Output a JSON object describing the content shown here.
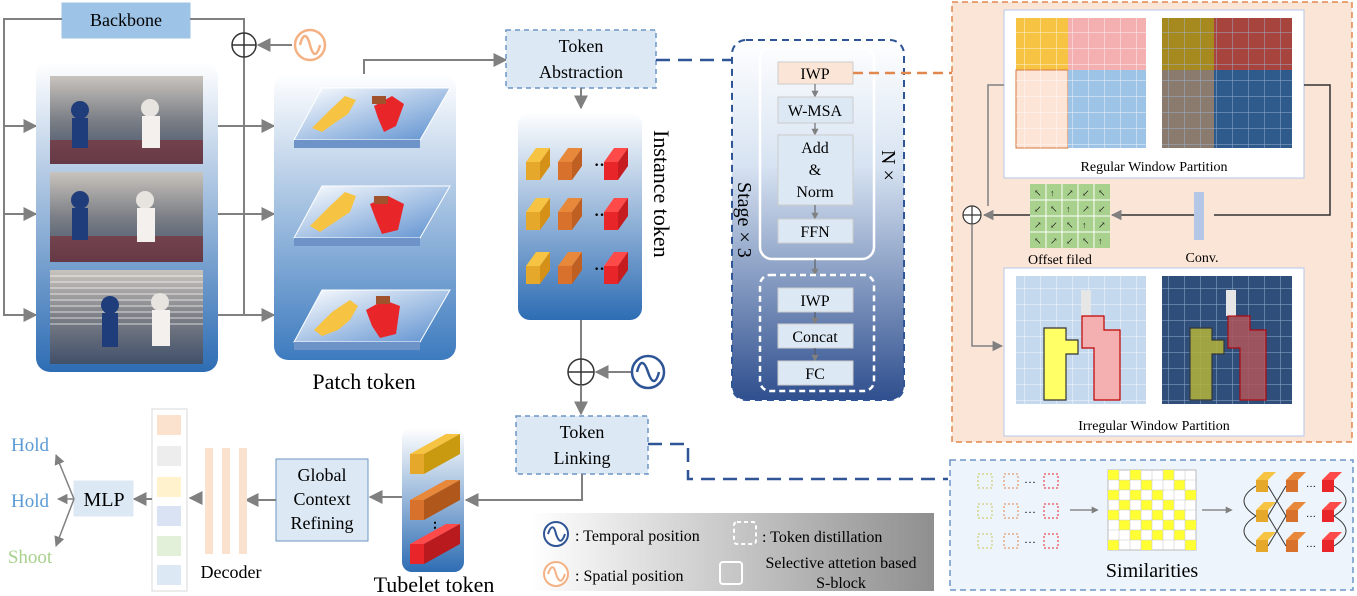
{
  "labels": {
    "backbone": "Backbone",
    "token_abstraction": [
      "Token",
      "Abstraction"
    ],
    "instance_token": "Instance token",
    "patch_token": "Patch token",
    "token_linking": [
      "Token",
      "Linking"
    ],
    "tubelet_token": "Tubelet token",
    "global_context": [
      "Global",
      "Context",
      "Refining"
    ],
    "decoder": "Decoder",
    "mlp": "MLP",
    "outputs": [
      "Hold",
      "Hold",
      "Shoot"
    ],
    "stage": "Stage × 3",
    "n_times": "N ×",
    "block": {
      "iwp": "IWP",
      "wmsa": "W-MSA",
      "addnorm": [
        "Add",
        "&",
        "Norm"
      ],
      "ffn": "FFN"
    },
    "sblock": {
      "iwp": "IWP",
      "concat": "Concat",
      "fc": "FC"
    },
    "regular_window": "Regular Window Partition",
    "irregular_window": "Irregular Window Partition",
    "offset_field": "Offset filed",
    "conv": "Conv.",
    "similarities": "Similarities"
  },
  "legend": {
    "temporal": ": Temporal position",
    "spatial": ": Spatial position",
    "distillation": ": Token distillation",
    "selective": [
      "Selective attetion based",
      "S-block"
    ]
  },
  "colors": {
    "box_fill": "#dce9f5",
    "box_stroke": "#6d95c6",
    "stage_dark": "#2a4f8f",
    "connector": "#2f5597",
    "orange_panel": "#fbe5d6",
    "orange_dash": "#e0884e",
    "output_hold": "#5b9bd5",
    "output_shoot": "#a9d18e",
    "token_yellow": "#f6c342",
    "token_orange": "#e8883a",
    "token_red": "#e8262a"
  },
  "icons": [
    "sum-icon",
    "temporal-wave-icon",
    "spatial-wave-icon"
  ]
}
